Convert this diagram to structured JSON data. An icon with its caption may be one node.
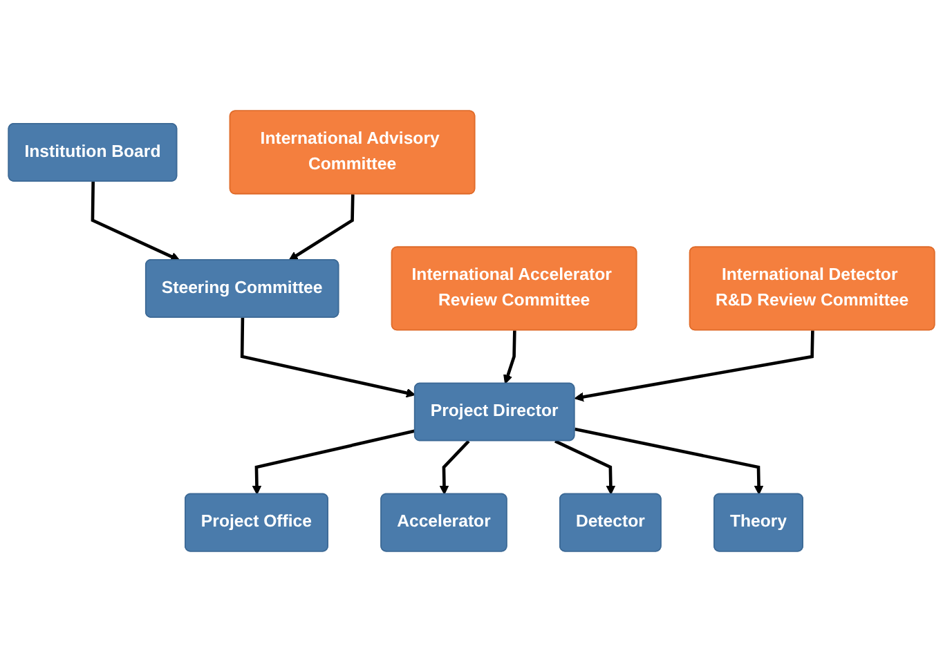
{
  "diagram": {
    "nodes": [
      {
        "text": [
          "Institution Board"
        ]
      },
      {
        "text": [
          "Steering Committee"
        ]
      },
      {
        "text": [
          "International Advisory Committee"
        ]
      },
      {
        "text": [
          "International Accelerator Review Committee"
        ]
      },
      {
        "text": [
          "Project Director"
        ]
      },
      {
        "text": [
          "International Detector R&D Review Committee"
        ]
      },
      {
        "text": [
          "Project Office"
        ]
      },
      {
        "text": [
          "Accelerator"
        ]
      },
      {
        "text": [
          "Detector"
        ]
      },
      {
        "text": [
          "Theory"
        ]
      }
    ],
    "edges": [
      {
        "from": 0,
        "to": 1,
        "arrow": "to"
      },
      {
        "from": 2,
        "to": 1,
        "arrow": "to"
      },
      {
        "from": 1,
        "to": 4,
        "arrow": "to"
      },
      {
        "from": 3,
        "to": 4,
        "arrow": "to"
      },
      {
        "from": 5,
        "to": 4,
        "arrow": "to"
      },
      {
        "from": 4,
        "to": 6,
        "arrow": "to"
      },
      {
        "from": 4,
        "to": 7,
        "arrow": "to"
      },
      {
        "from": 4,
        "to": 8,
        "arrow": "to"
      },
      {
        "from": 4,
        "to": 9,
        "arrow": "to"
      }
    ]
  }
}
